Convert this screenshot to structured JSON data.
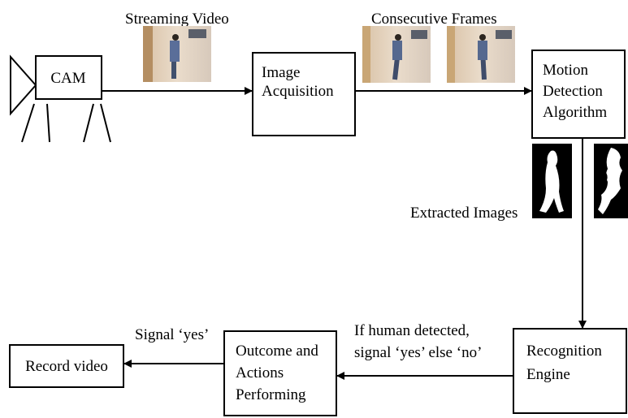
{
  "nodes": {
    "cam": "CAM",
    "image_acquisition": [
      "Image",
      "Acquisition"
    ],
    "motion_detection": [
      "Motion",
      "Detection",
      "Algorithm"
    ],
    "recognition_engine": [
      "Recognition",
      "Engine"
    ],
    "outcome_actions": [
      "Outcome and",
      "Actions",
      "Performing"
    ],
    "record_video": "Record video"
  },
  "labels": {
    "streaming_video": "Streaming Video",
    "consecutive_frames": "Consecutive Frames",
    "extracted_images": "Extracted Images",
    "human_detected": [
      "If human detected,",
      "signal ‘yes’ else ‘no’"
    ],
    "signal_yes": "Signal ‘yes’"
  }
}
